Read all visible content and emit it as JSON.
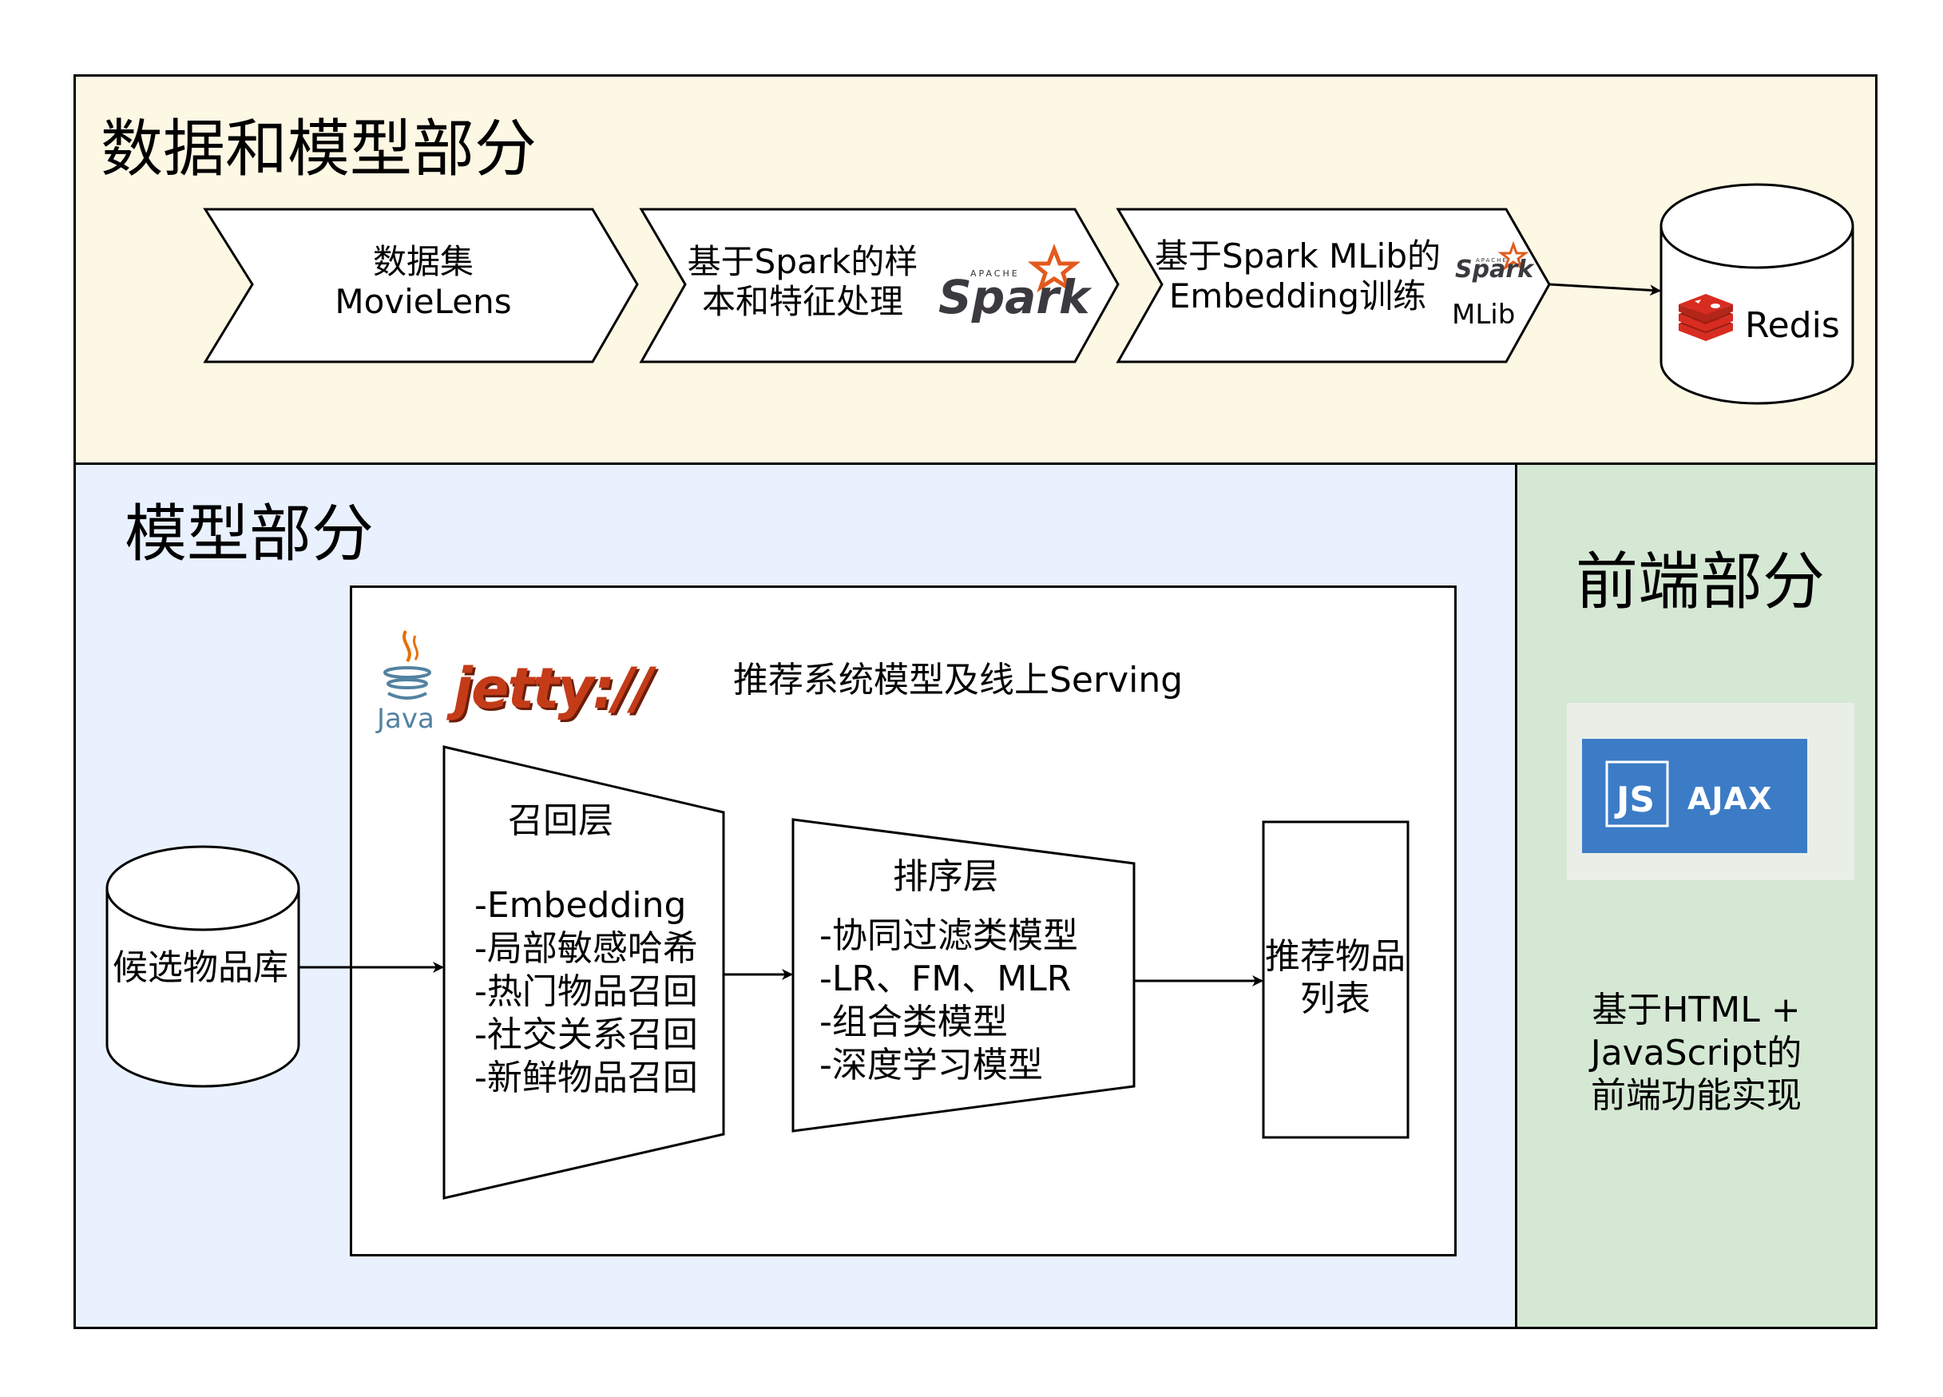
{
  "data_section": {
    "title": "数据和模型部分",
    "dataset": {
      "line1": "数据集",
      "line2": "MovieLens"
    },
    "spark_process": {
      "line1": "基于Spark的样",
      "line2": "本和特征处理",
      "logo_small": "APACHE",
      "logo": "Spark"
    },
    "embedding": {
      "line1": "基于Spark MLib的",
      "line2": "Embedding训练",
      "logo_small": "APACHE",
      "logo": "Spark",
      "mlib": "MLib"
    },
    "redis": {
      "label": "Redis"
    }
  },
  "model_section": {
    "title": "模型部分",
    "candidate": "候选物品库",
    "serving": {
      "java_label": "Java",
      "jetty_label": "jetty://",
      "title": "推荐系统模型及线上Serving",
      "recall": {
        "title": "召回层",
        "items": [
          "-Embedding",
          "-局部敏感哈希",
          "-热门物品召回",
          "-社交关系召回",
          "-新鲜物品召回"
        ]
      },
      "ranking": {
        "title": "排序层",
        "items": [
          "-协同过滤类模型",
          "-LR、FM、MLR",
          "-组合类模型",
          "-深度学习模型"
        ]
      },
      "result": {
        "line1": "推荐物品",
        "line2": "列表"
      }
    }
  },
  "frontend_section": {
    "title": "前端部分",
    "js_label": "JS",
    "ajax_label": "AJAX",
    "desc": {
      "line1": "基于HTML +",
      "line2": "JavaScript的",
      "line3": "前端功能实现"
    }
  },
  "colors": {
    "data_bg": "#fdf8e4",
    "model_bg": "#e8f1fd",
    "frontend_bg": "#d5e8d4",
    "spark_orange": "#e25a1c",
    "redis_red": "#d82c20",
    "jetty_red": "#c43b18",
    "js_blue": "#3c7cc6"
  }
}
